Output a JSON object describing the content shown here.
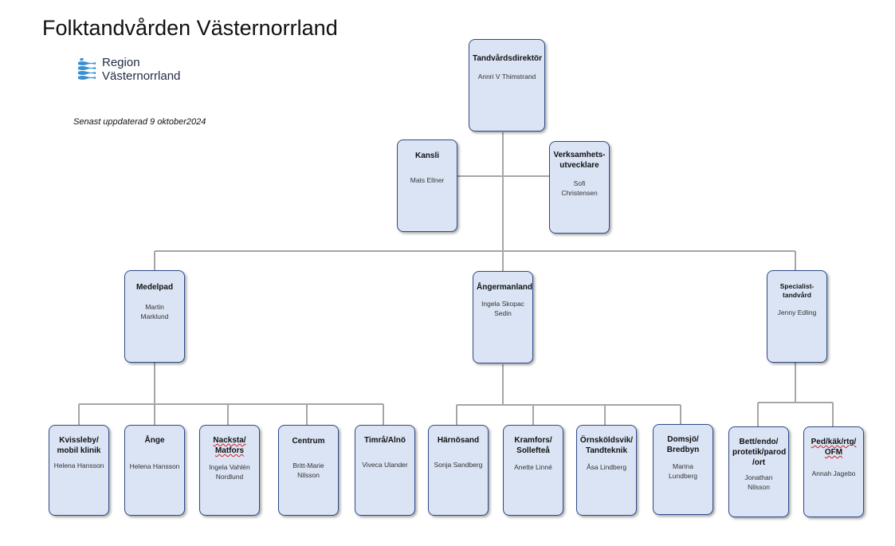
{
  "header": {
    "title": "Folktandvården Västernorrland",
    "logo_line1": "Region",
    "logo_line2": "Västernorrland",
    "updated": "Senast uppdaterad 9 oktober2024"
  },
  "colors": {
    "box_fill": "#dbe4f5",
    "box_border": "#2f4a86",
    "connector": "#a6a6a6",
    "logo_blue": "#3a8fd1"
  },
  "org": {
    "director": {
      "title": "Tandvårdsdirektör",
      "name": "Annri V Thimstrand"
    },
    "kansli": {
      "title": "Kansli",
      "name": "Mats Ellner"
    },
    "utvecklare": {
      "title": "Verksamhets-utvecklare",
      "name": "Sofi Christensen"
    },
    "medelpad": {
      "title": "Medelpad",
      "name": "Martin Marklund"
    },
    "angermanland": {
      "title": "Ångermanland",
      "name": "Ingela Skopac Sedin"
    },
    "specialist": {
      "title": "Specialist-tandvård",
      "name": "Jenny Edling"
    },
    "units": [
      {
        "title": "Kvissleby/ mobil klinik",
        "name": "Helena Hansson"
      },
      {
        "title": "Ånge",
        "name": "Helena Hansson"
      },
      {
        "title": "Nacksta/ Matfors",
        "name": "Ingela Vahlén Nordlund"
      },
      {
        "title": "Centrum",
        "name": "Britt-Marie Nilsson"
      },
      {
        "title": "Timrå/Alnö",
        "name": "Viveca Ulander"
      },
      {
        "title": "Härnösand",
        "name": "Sonja Sandberg"
      },
      {
        "title": "Kramfors/ Sollefteå",
        "name": "Anette Linné"
      },
      {
        "title": "Örnsköldsvik/ Tandteknik",
        "name": "Åsa Lindberg"
      },
      {
        "title": "Domsjö/ Bredbyn",
        "name": "Marina Lundberg"
      },
      {
        "title": "Bett/endo/ protetik/parod /ort",
        "name": "Jonathan Nilsson"
      },
      {
        "title": "Ped/käk/rtg/ OFM",
        "name": "Annah Jagebo"
      }
    ]
  }
}
